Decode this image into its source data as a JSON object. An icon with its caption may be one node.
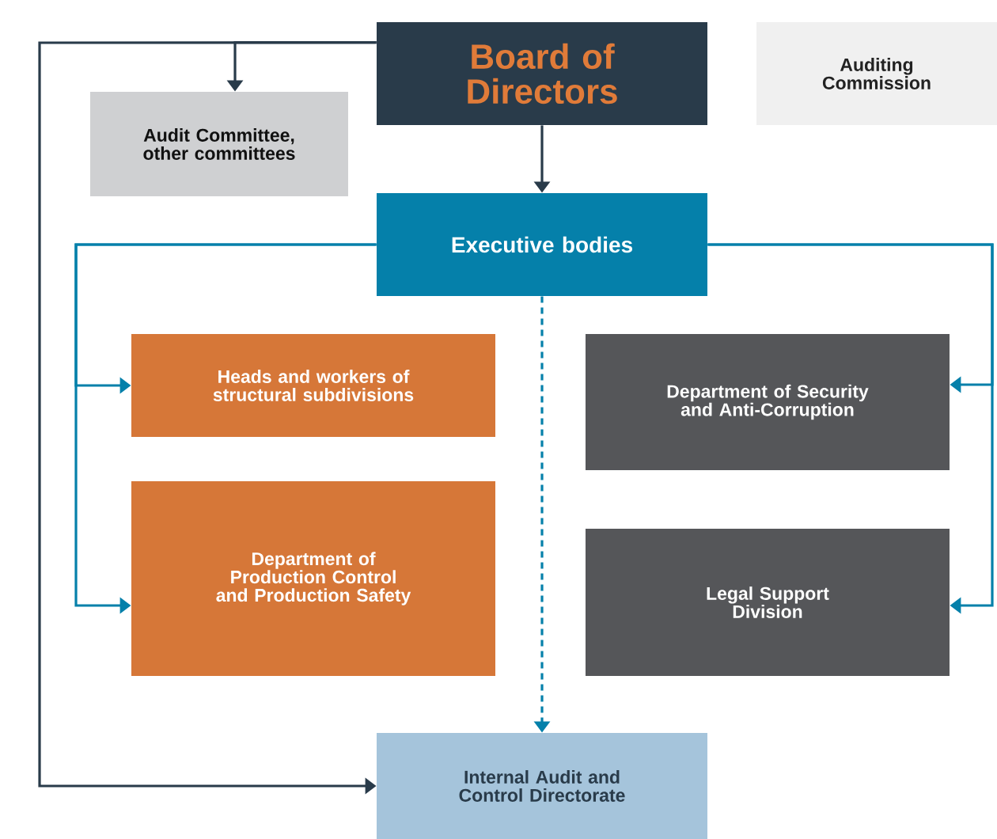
{
  "diagram": {
    "nodes": [
      {
        "text": [
          "Board of Directors"
        ]
      },
      {
        "text": [
          "Auditing Commission"
        ]
      },
      {
        "text": [
          "Audit Committee, other committees"
        ]
      },
      {
        "text": [
          "Executive bodies"
        ]
      },
      {
        "text": [
          "Heads and workers of structural subdivisions"
        ]
      },
      {
        "text": [
          "Department of Security and Anti-Corruption"
        ]
      },
      {
        "text": [
          "Department of Production Control and Production Safety"
        ]
      },
      {
        "text": [
          "Legal Support Division"
        ]
      },
      {
        "text": [
          "Internal Audit and Control Directorate"
        ]
      }
    ],
    "edges": [
      {
        "from": 0,
        "to": 2,
        "arrow": "to",
        "color": "#293b4a"
      },
      {
        "from": 0,
        "to": 8,
        "arrow": "to",
        "color": "#293b4a"
      },
      {
        "from": 0,
        "to": 3,
        "arrow": "to",
        "color": "#293b4a"
      },
      {
        "from": 3,
        "to": 4,
        "arrow": "to"
      },
      {
        "from": 3,
        "to": 6,
        "arrow": "to"
      },
      {
        "from": 3,
        "to": 5,
        "arrow": "to"
      },
      {
        "from": 3,
        "to": 7,
        "arrow": "to"
      },
      {
        "from": 3,
        "to": 8,
        "arrow": "to",
        "style": "dashed"
      }
    ]
  }
}
